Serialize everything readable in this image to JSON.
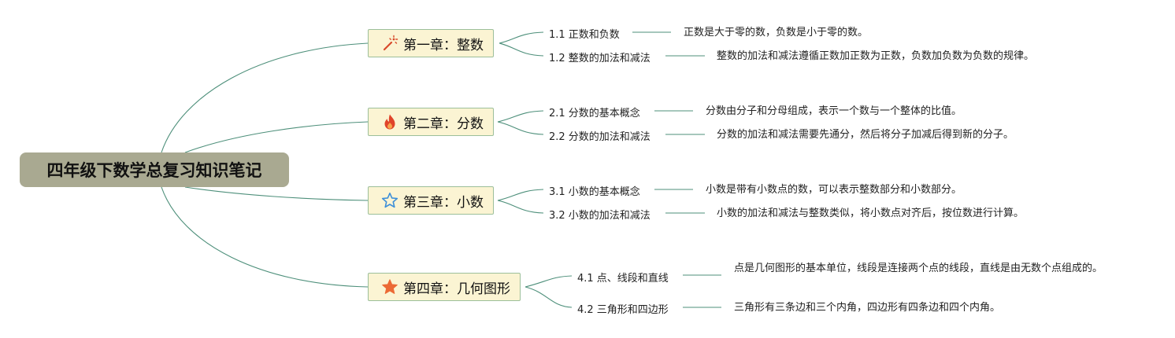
{
  "root": {
    "title": "四年级下数学总复习知识笔记"
  },
  "chapters": [
    {
      "title": "第一章：整数",
      "icon": "magic-wand-icon",
      "topics": [
        {
          "label": "1.1 正数和负数",
          "note": "正数是大于零的数，负数是小于零的数。"
        },
        {
          "label": "1.2 整数的加法和减法",
          "note": "整数的加法和减法遵循正数加正数为正数，负数加负数为负数的规律。"
        }
      ]
    },
    {
      "title": "第二章：分数",
      "icon": "fire-icon",
      "topics": [
        {
          "label": "2.1 分数的基本概念",
          "note": "分数由分子和分母组成，表示一个数与一个整体的比值。"
        },
        {
          "label": "2.2 分数的加法和减法",
          "note": "分数的加法和减法需要先通分，然后将分子加减后得到新的分子。"
        }
      ]
    },
    {
      "title": "第三章：小数",
      "icon": "star-outline-icon",
      "topics": [
        {
          "label": "3.1 小数的基本概念",
          "note": "小数是带有小数点的数，可以表示整数部分和小数部分。"
        },
        {
          "label": "3.2 小数的加法和减法",
          "note": "小数的加法和减法与整数类似，将小数点对齐后，按位数进行计算。"
        }
      ]
    },
    {
      "title": "第四章：几何图形",
      "icon": "star-filled-icon",
      "topics": [
        {
          "label": "4.1 点、线段和直线",
          "note": "点是几何图形的基本单位，线段是连接两个点的线段，直线是由无数个点组成的。"
        },
        {
          "label": "4.2 三角形和四边形",
          "note": "三角形有三条边和三个内角，四边形有四条边和四个内角。"
        }
      ]
    }
  ],
  "colors": {
    "root_fill": "#a9a991",
    "chapter_fill": "#fbf4d3",
    "chapter_border": "#9cbf9a",
    "connector": "#4d8f7a"
  }
}
